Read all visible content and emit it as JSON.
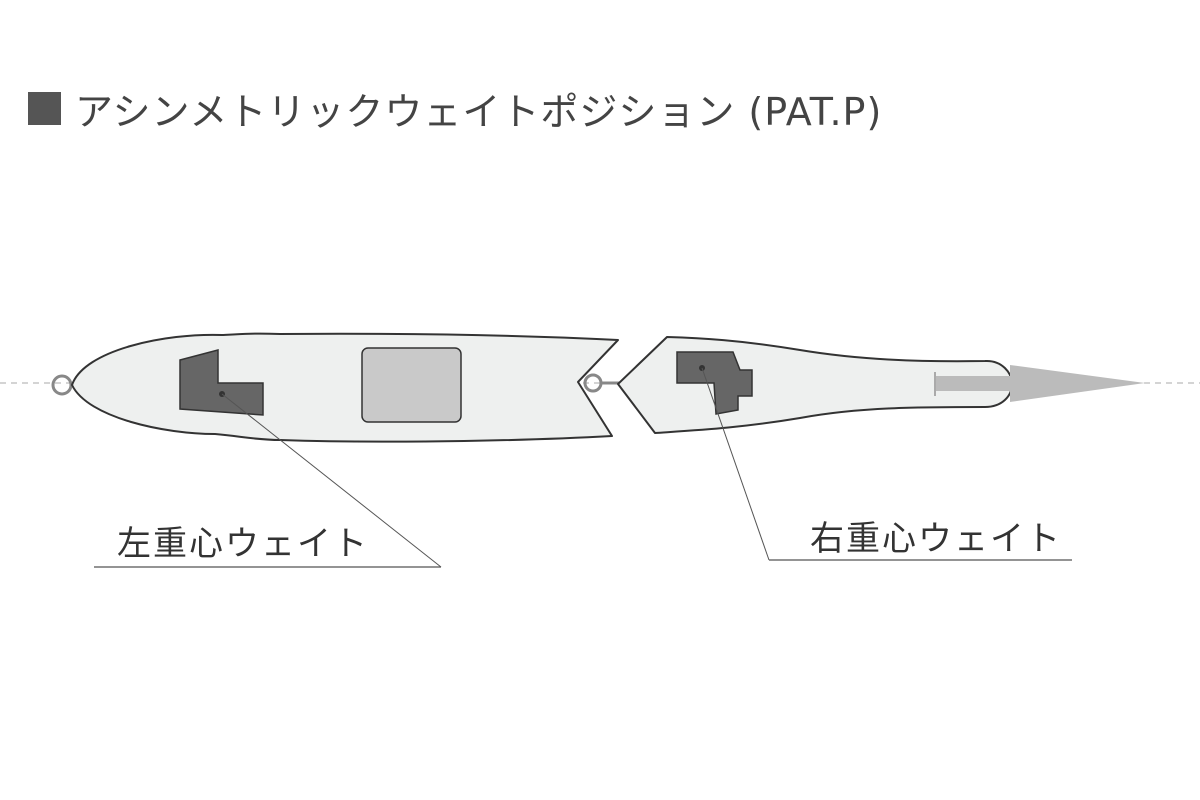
{
  "title": {
    "text": "アシンメトリックウェイトポジション (PAT.P)"
  },
  "callouts": {
    "left_weight": "左重心ウェイト",
    "right_weight": "右重心ウェイト"
  },
  "colors": {
    "body_fill": "#eef0ef",
    "outline": "#333333",
    "weight": "#666666",
    "center_box": "#c9c9c9",
    "tail": "#bbbbbb",
    "centerline": "#aaaaaa"
  }
}
